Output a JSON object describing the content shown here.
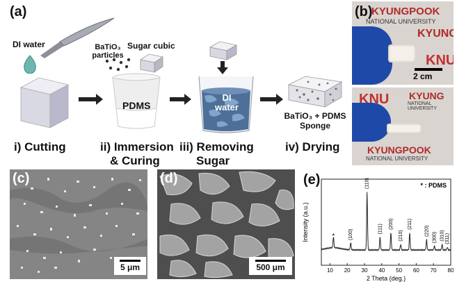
{
  "panels": {
    "a": "(a)",
    "b": "(b)",
    "c": "(c)",
    "d": "(d)",
    "e": "(e)"
  },
  "labels": {
    "di_water": "DI water",
    "batio3_particles": "BaTiO₃ particles",
    "sugar_cubic": "Sugar cubic",
    "pdms": "PDMS",
    "di_water_beaker": "DI water",
    "sponge_line1": "BaTiO₃ + PDMS",
    "sponge_line2": "Sponge"
  },
  "steps": {
    "s1": "i) Cutting",
    "s2_line1": "ii) Immersion",
    "s2_line2": "& Curing",
    "s3_line1": "iii) Removing",
    "s3_line2": "Sugar",
    "s4": "iv) Drying"
  },
  "photo": {
    "scale": "2 cm",
    "sign_text_top": "KYUNGPOOK",
    "sign_text_sub": "NATIONAL UNIVERSITY",
    "sign_text_knu": "KNU",
    "sign_text_kyung": "KYUNG"
  },
  "sem": {
    "c_scale": "5 μm",
    "d_scale": "500 μm"
  },
  "chart_data": {
    "type": "line",
    "title": "",
    "xlabel": "2 Theta (deg.)",
    "ylabel": "Intensity (a.u.)",
    "xlim": [
      5,
      80
    ],
    "xticks": [
      10,
      20,
      30,
      40,
      50,
      60,
      70,
      80
    ],
    "legend": "* : PDMS",
    "peaks": [
      {
        "label": "*",
        "x": 12,
        "height": 0.18
      },
      {
        "label": "(100)",
        "x": 22,
        "height": 0.12
      },
      {
        "label": "(110)",
        "x": 31.5,
        "height": 1.0
      },
      {
        "label": "(111)",
        "x": 39,
        "height": 0.22
      },
      {
        "label": "(200)",
        "x": 45.3,
        "height": 0.3
      },
      {
        "label": "(210)",
        "x": 51,
        "height": 0.1
      },
      {
        "label": "(211)",
        "x": 56.2,
        "height": 0.3
      },
      {
        "label": "(220)",
        "x": 66,
        "height": 0.18
      },
      {
        "label": "(300)",
        "x": 70.5,
        "height": 0.07
      },
      {
        "label": "(310)",
        "x": 75,
        "height": 0.1
      },
      {
        "label": "(311)",
        "x": 78,
        "height": 0.05
      }
    ]
  }
}
